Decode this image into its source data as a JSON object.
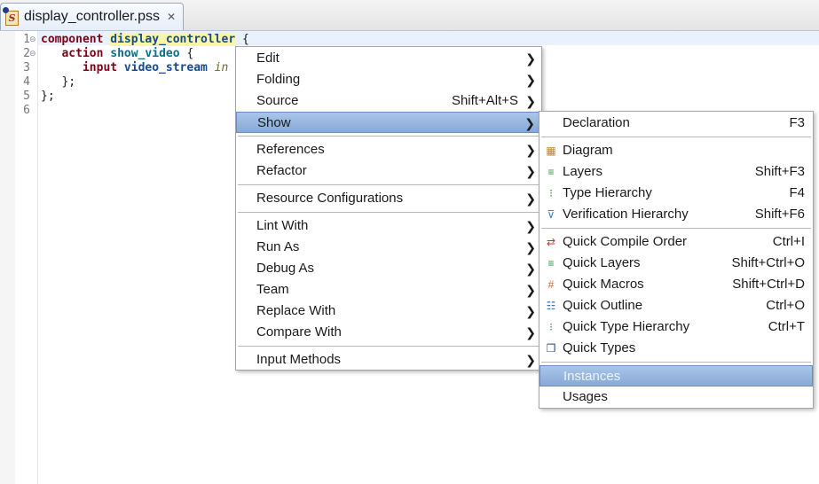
{
  "tab": {
    "title": "display_controller.pss",
    "close_icon": "close-icon"
  },
  "editor": {
    "line_numbers": [
      "1",
      "2",
      "3",
      "4",
      "5",
      "6"
    ],
    "lines": [
      {
        "t1": "component",
        "t2": " ",
        "t3": "display_controller",
        "t4": " {"
      },
      {
        "t1": "   action",
        "t2": " ",
        "t3": "show_video",
        "t4": " {"
      },
      {
        "t1": "      input",
        "t2": " ",
        "t3": "video_stream",
        "t4": " ",
        "t5": "in"
      },
      {
        "t1": "   };"
      },
      {
        "t1": "};"
      }
    ]
  },
  "context_menu": {
    "items": [
      {
        "label": "Edit",
        "submenu": true
      },
      {
        "label": "Folding",
        "submenu": true
      },
      {
        "label": "Source",
        "shortcut": "Shift+Alt+S",
        "submenu": true
      },
      {
        "label": "Show",
        "submenu": true,
        "selected": true
      },
      {
        "separator": true
      },
      {
        "label": "References",
        "submenu": true
      },
      {
        "label": "Refactor",
        "submenu": true
      },
      {
        "separator": true
      },
      {
        "label": "Resource Configurations",
        "submenu": true
      },
      {
        "separator": true
      },
      {
        "label": "Lint With",
        "submenu": true
      },
      {
        "label": "Run As",
        "submenu": true
      },
      {
        "label": "Debug As",
        "submenu": true
      },
      {
        "label": "Team",
        "submenu": true
      },
      {
        "label": "Replace With",
        "submenu": true
      },
      {
        "label": "Compare With",
        "submenu": true
      },
      {
        "separator": true
      },
      {
        "label": "Input Methods",
        "submenu": true
      }
    ]
  },
  "show_submenu": {
    "items": [
      {
        "label": "Declaration",
        "shortcut": "F3"
      },
      {
        "separator": true
      },
      {
        "label": "Diagram",
        "icon": "diagram-icon"
      },
      {
        "label": "Layers",
        "shortcut": "Shift+F3",
        "icon": "layers-icon"
      },
      {
        "label": "Type Hierarchy",
        "shortcut": "F4",
        "icon": "type-hierarchy-icon"
      },
      {
        "label": "Verification Hierarchy",
        "shortcut": "Shift+F6",
        "icon": "verification-hierarchy-icon"
      },
      {
        "separator": true
      },
      {
        "label": "Quick Compile Order",
        "shortcut": "Ctrl+I",
        "icon": "compile-order-icon"
      },
      {
        "label": "Quick Layers",
        "shortcut": "Shift+Ctrl+O",
        "icon": "layers-icon"
      },
      {
        "label": "Quick Macros",
        "shortcut": "Shift+Ctrl+D",
        "icon": "hash-icon"
      },
      {
        "label": "Quick Outline",
        "shortcut": "Ctrl+O",
        "icon": "outline-icon"
      },
      {
        "label": "Quick Type Hierarchy",
        "shortcut": "Ctrl+T",
        "icon": "type-hierarchy-icon"
      },
      {
        "label": "Quick Types",
        "icon": "types-icon"
      },
      {
        "separator": true
      },
      {
        "label": "Instances",
        "selected": true
      },
      {
        "label": "Usages"
      }
    ]
  },
  "colors": {
    "selection": "#97b7e0",
    "keyword": "#7f0016",
    "identifier": "#0d6c8a",
    "highlight": "#fbf6a7"
  }
}
